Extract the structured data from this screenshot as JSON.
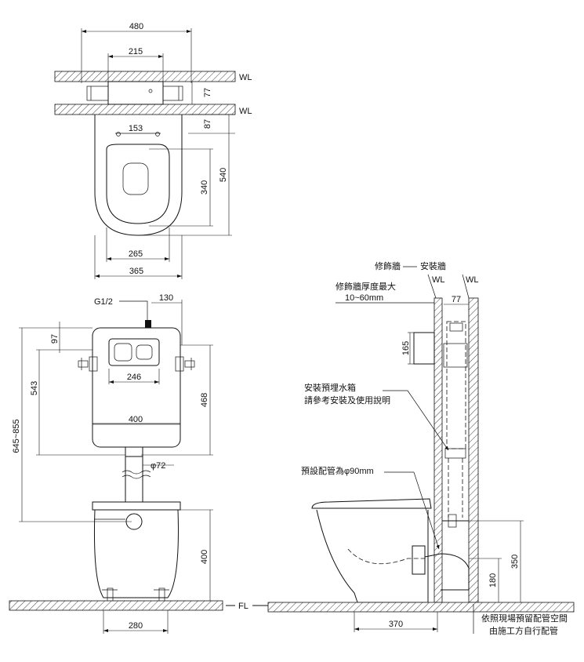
{
  "labels": {
    "wall_line": "WL",
    "floor_line": "FL",
    "finish_wall": "修飾牆",
    "install_wall": "安裝牆",
    "finish_wall_thickness": "修飾牆厚度最大",
    "finish_wall_range": "10~60mm",
    "cistern_line1": "安裝預埋水箱",
    "cistern_line2": "請參考安裝及使用說明",
    "pipe_note": "預設配管為φ90mm",
    "site_note_line1": "依照現場預留配管空間",
    "site_note_line2": "由施工方自行配管",
    "thread": "G1/2"
  },
  "dimensions": {
    "top_480": "480",
    "top_215": "215",
    "top_77": "77",
    "top_87": "87",
    "top_153": "153",
    "top_340": "340",
    "top_540": "540",
    "top_265": "265",
    "top_365": "365",
    "front_130": "130",
    "front_97": "97",
    "front_543": "543",
    "front_246": "246",
    "front_468": "468",
    "front_400w": "400",
    "front_645_855": "645~855",
    "front_phi72": "φ72",
    "front_400h": "400",
    "front_280": "280",
    "side_77": "77",
    "side_165": "165",
    "side_350": "350",
    "side_180": "180",
    "side_370": "370"
  }
}
